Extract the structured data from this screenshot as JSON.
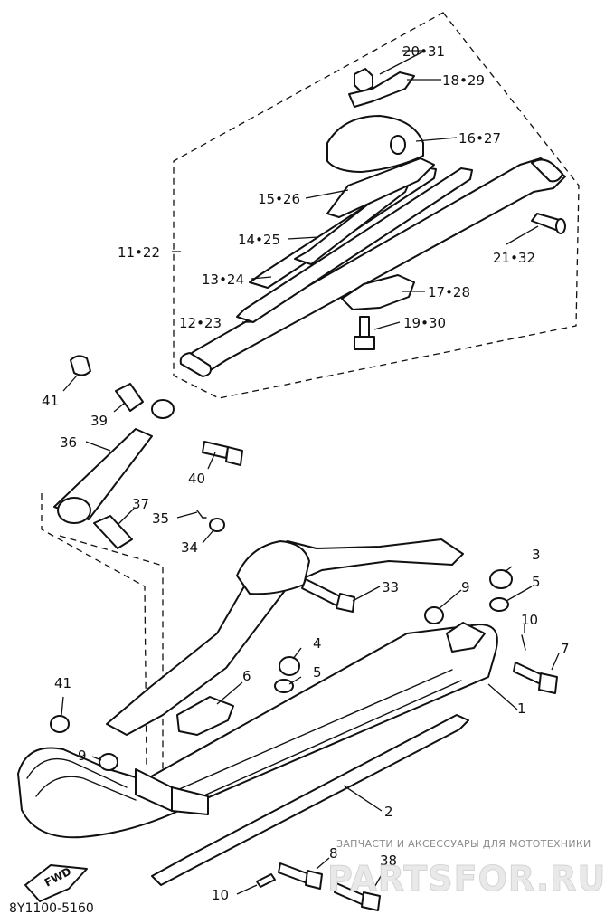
{
  "parts": [
    {
      "key": "p20_31",
      "text": "20•31"
    },
    {
      "key": "p18_29",
      "text": "18•29"
    },
    {
      "key": "p16_27",
      "text": "16•27"
    },
    {
      "key": "p15_26",
      "text": "15•26"
    },
    {
      "key": "p14_25",
      "text": "14•25"
    },
    {
      "key": "p11_22",
      "text": "11•22"
    },
    {
      "key": "p21_32",
      "text": "21•32"
    },
    {
      "key": "p13_24",
      "text": "13•24"
    },
    {
      "key": "p17_28",
      "text": "17•28"
    },
    {
      "key": "p12_23",
      "text": "12•23"
    },
    {
      "key": "p19_30",
      "text": "19•30"
    },
    {
      "key": "p41a",
      "text": "41"
    },
    {
      "key": "p39",
      "text": "39"
    },
    {
      "key": "p36",
      "text": "36"
    },
    {
      "key": "p40",
      "text": "40"
    },
    {
      "key": "p37",
      "text": "37"
    },
    {
      "key": "p35",
      "text": "35"
    },
    {
      "key": "p34",
      "text": "34"
    },
    {
      "key": "p3",
      "text": "3"
    },
    {
      "key": "p5a",
      "text": "5"
    },
    {
      "key": "p33",
      "text": "33"
    },
    {
      "key": "p9a",
      "text": "9"
    },
    {
      "key": "p10a",
      "text": "10"
    },
    {
      "key": "p4",
      "text": "4"
    },
    {
      "key": "p7",
      "text": "7"
    },
    {
      "key": "p6",
      "text": "6"
    },
    {
      "key": "p5b",
      "text": "5"
    },
    {
      "key": "p41b",
      "text": "41"
    },
    {
      "key": "p1",
      "text": "1"
    },
    {
      "key": "p9b",
      "text": "9"
    },
    {
      "key": "p2",
      "text": "2"
    },
    {
      "key": "p8",
      "text": "8"
    },
    {
      "key": "p38",
      "text": "38"
    },
    {
      "key": "p10b",
      "text": "10"
    }
  ],
  "fwd_label": "FWD",
  "diagram_code": "8Y1100-5160",
  "watermark": {
    "subtitle": "ЗАПЧАСТИ И АКСЕССУАРЫ ДЛЯ МОТОТЕХНИКИ",
    "site": "PARTSFOR.RU"
  }
}
